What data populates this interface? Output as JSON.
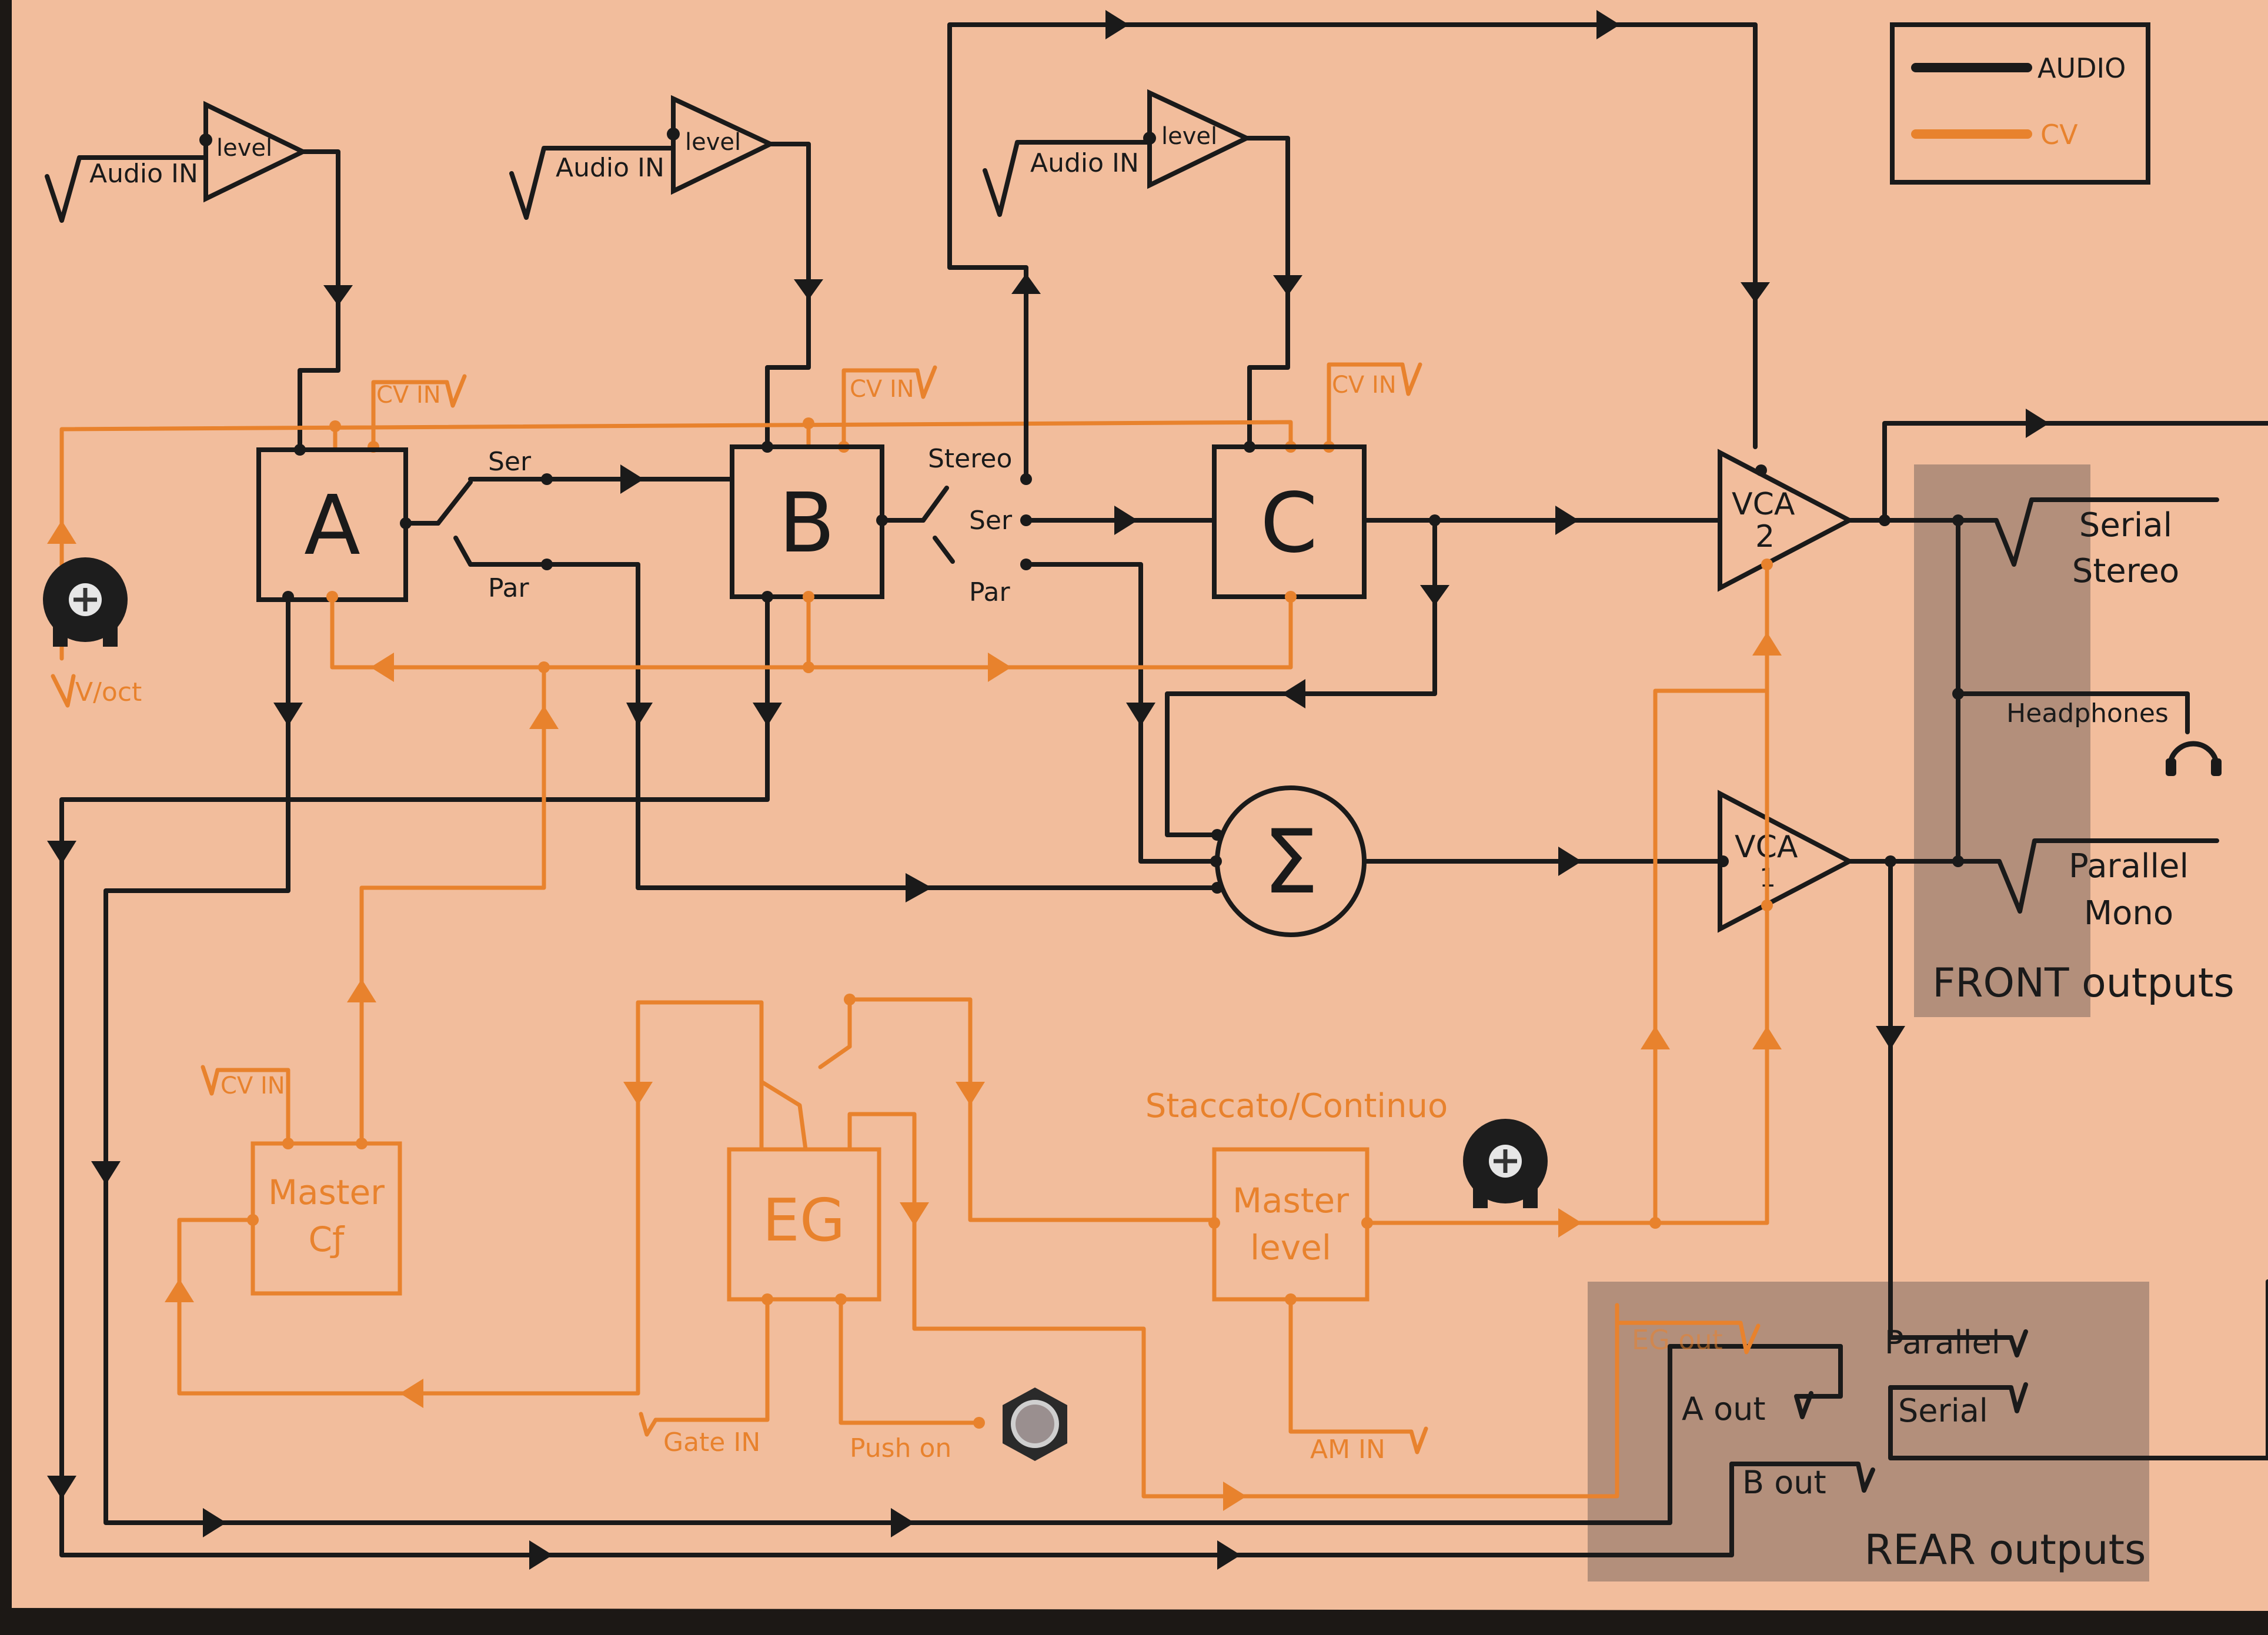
{
  "legend": {
    "audio": "AUDIO",
    "cv": "CV"
  },
  "colors": {
    "paper": "#f2bd9c",
    "audio": "#1a1a1a",
    "cv": "#e8822d",
    "panel": "#a88776"
  },
  "inputs": {
    "audio_in": "Audio IN",
    "level": "level",
    "cv_in": "CV IN",
    "v_oct": "V/oct",
    "gate_in": "Gate IN",
    "push_on": "Push on",
    "am_in": "AM IN"
  },
  "blocks": {
    "a": "A",
    "b": "B",
    "c": "C",
    "sigma": "Σ",
    "vca2_l1": "VCA",
    "vca2_l2": "2",
    "vca1_l1": "VCA",
    "vca1_l2": "1",
    "eg": "EG",
    "master_cf_l1": "Master",
    "master_cf_l2": "Cƒ",
    "master_level_l1": "Master",
    "master_level_l2": "level"
  },
  "switches": {
    "ser": "Ser",
    "par": "Par",
    "stereo": "Stereo"
  },
  "labels": {
    "staccato": "Staccato/Continuo"
  },
  "front": {
    "serial_l1": "Serial",
    "serial_l2": "Stereo",
    "headphones": "Headphones",
    "parallel_l1": "Parallel",
    "parallel_l2": "Mono",
    "title": "FRONT outputs"
  },
  "rear": {
    "eg_out": "EG out",
    "a_out": "A out",
    "b_out": "B out",
    "parallel": "Parallel",
    "serial": "Serial",
    "title": "REAR outputs"
  },
  "icons": [
    "knob-icon",
    "jack-icon",
    "headphones-icon",
    "push-button-icon"
  ]
}
